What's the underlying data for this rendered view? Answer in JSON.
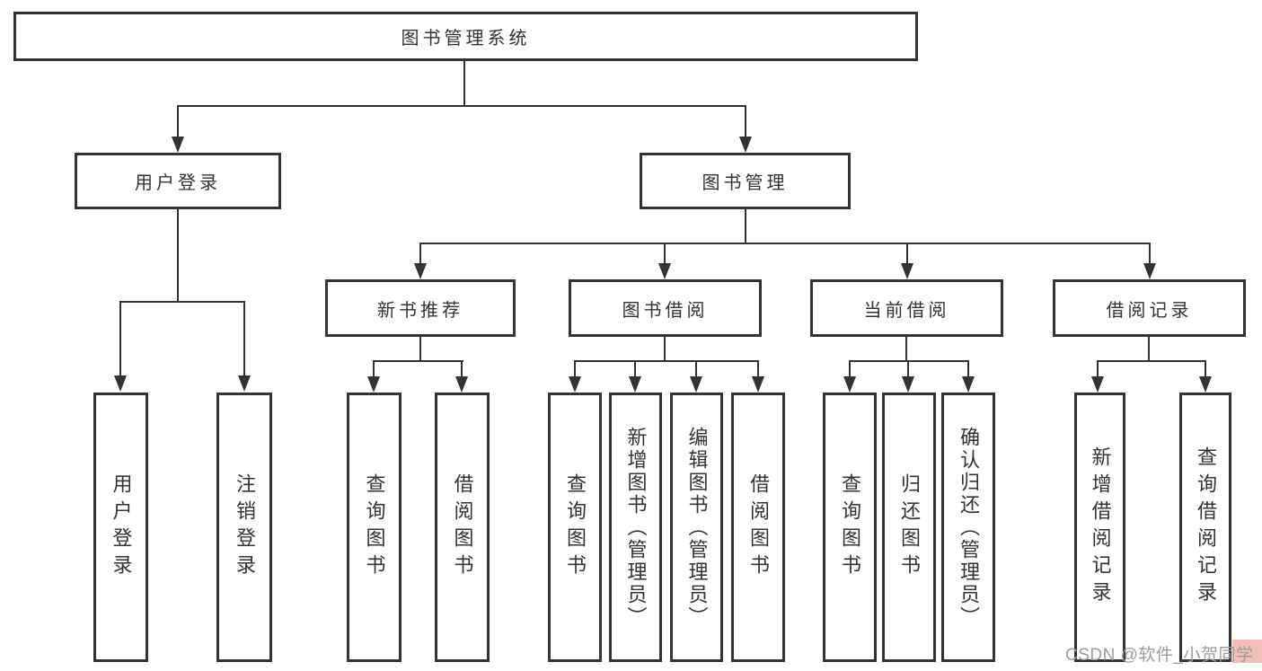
{
  "title": "图书管理系统",
  "branches": {
    "user": {
      "label": "用户登录",
      "leaves": [
        "用户登录",
        "注销登录"
      ]
    },
    "management": {
      "label": "图书管理",
      "sections": [
        {
          "label": "新书推荐",
          "leaves": [
            "查询图书",
            "借阅图书"
          ]
        },
        {
          "label": "图书借阅",
          "leaves": [
            "查询图书",
            "新增图书（管理员）",
            "编辑图书（管理员）",
            "借阅图书"
          ]
        },
        {
          "label": "当前借阅",
          "leaves": [
            "查询图书",
            "归还图书",
            "确认归还（管理员）"
          ]
        },
        {
          "label": "借阅记录",
          "leaves": [
            "新增借阅记录",
            "查询借阅记录"
          ]
        }
      ]
    }
  },
  "watermark": {
    "text": "CSDN @软件_小贺同学",
    "text_color": "#9c9c9c",
    "highlight_color": "#f3c0b8"
  },
  "colors": {
    "line": "#333333",
    "text": "#333333",
    "background": "#ffffff"
  }
}
